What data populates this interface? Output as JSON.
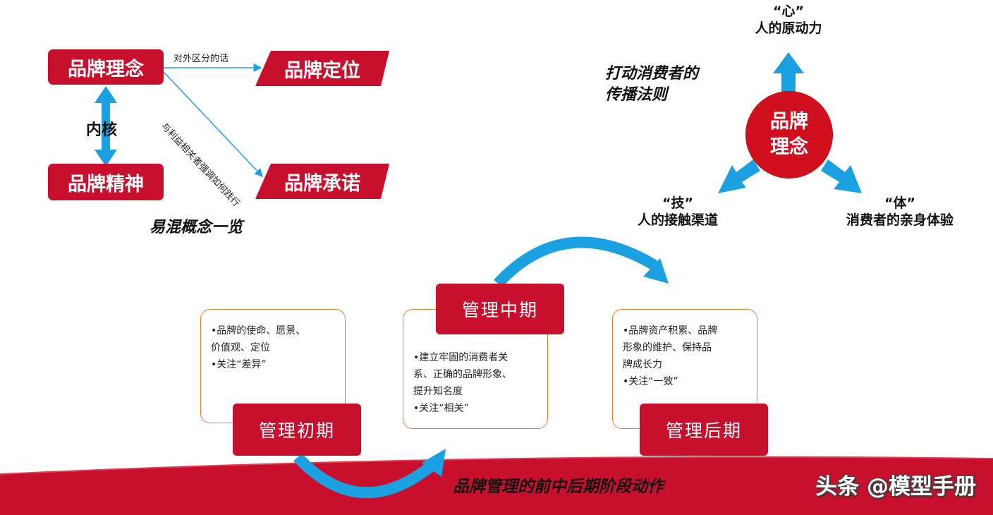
{
  "concepts": {
    "brand_philosophy": "品牌理念",
    "brand_spirit": "品牌精神",
    "brand_positioning": "品牌定位",
    "brand_promise": "品牌承诺",
    "core_label": "内核",
    "external_label": "对外区分的话",
    "stakeholder_label": "与利益相关者强调如何践行",
    "title": "易混概念一览"
  },
  "rules": {
    "title_line1": "打动消费者的",
    "title_line2": "传播法则",
    "center_line1": "品牌",
    "center_line2": "理念",
    "heart_quote": "“心”",
    "heart_desc": "人的原动力",
    "skill_quote": "“技”",
    "skill_desc": "人的接触渠道",
    "body_quote": "“体”",
    "body_desc": "消费者的亲身体验"
  },
  "stages": {
    "early": {
      "title": "管理初期",
      "items": [
        "•品牌的使命、愿景、",
        "价值观、定位",
        "•关注“差异”"
      ]
    },
    "middle": {
      "title": "管理中期",
      "items": [
        "•建立牢固的消费者关",
        "系、正确的品牌形象、",
        "提升知名度",
        "•关注“相关”"
      ]
    },
    "late": {
      "title": "管理后期",
      "items": [
        "•品牌资产积累、品牌",
        "形象的维护、保持品",
        "牌成长力",
        "•关注“一致”"
      ]
    }
  },
  "footer": {
    "title": "品牌管理的前中后期阶段动作",
    "watermark": "头条 @模型手册"
  },
  "colors": {
    "brand_red": "#c8102e",
    "arrow_blue": "#1ba1e2",
    "card_border": "#e97a2a"
  }
}
